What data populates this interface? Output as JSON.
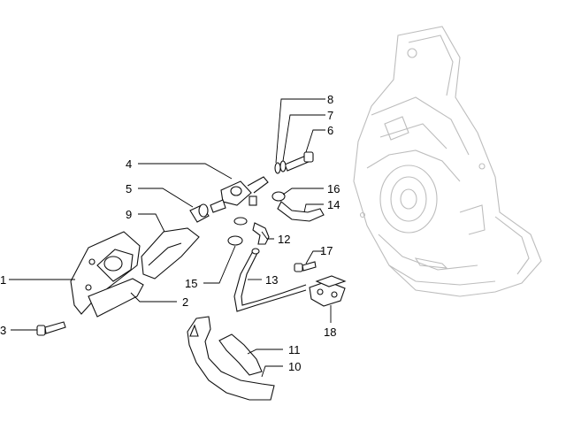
{
  "labels": {
    "n1": "1",
    "n2": "2",
    "n3": "3",
    "n4": "4",
    "n5": "5",
    "n6": "6",
    "n7": "7",
    "n8": "8",
    "n9": "9",
    "n10": "10",
    "n11": "11",
    "n12": "12",
    "n13": "13",
    "n14": "14",
    "n15": "15",
    "n16": "16",
    "n17": "17",
    "n18": "18"
  }
}
